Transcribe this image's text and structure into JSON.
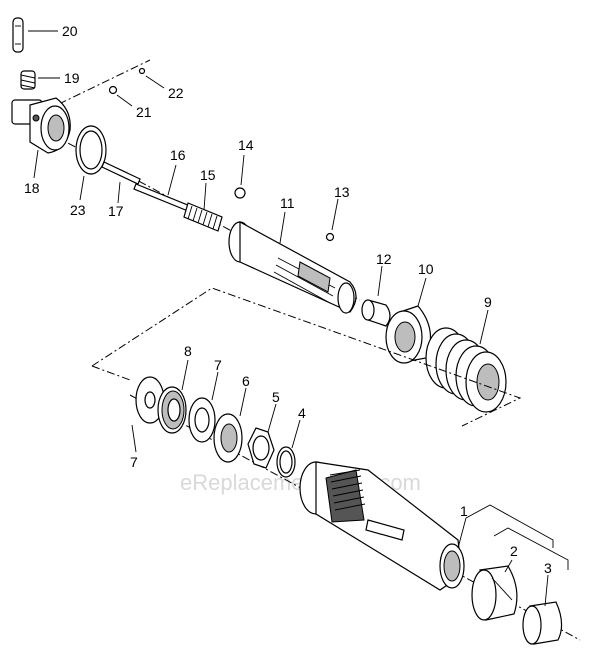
{
  "watermark": "eReplacementParts.com",
  "callouts": {
    "p1": "1",
    "p2": "2",
    "p3": "3",
    "p4": "4",
    "p5": "5",
    "p6": "6",
    "p7a": "7",
    "p7b": "7",
    "p8": "8",
    "p9": "9",
    "p10": "10",
    "p11": "11",
    "p12": "12",
    "p13": "13",
    "p14": "14",
    "p15": "15",
    "p16": "16",
    "p17": "17",
    "p18": "18",
    "p19": "19",
    "p20": "20",
    "p21": "21",
    "p22": "22",
    "p23": "23"
  }
}
